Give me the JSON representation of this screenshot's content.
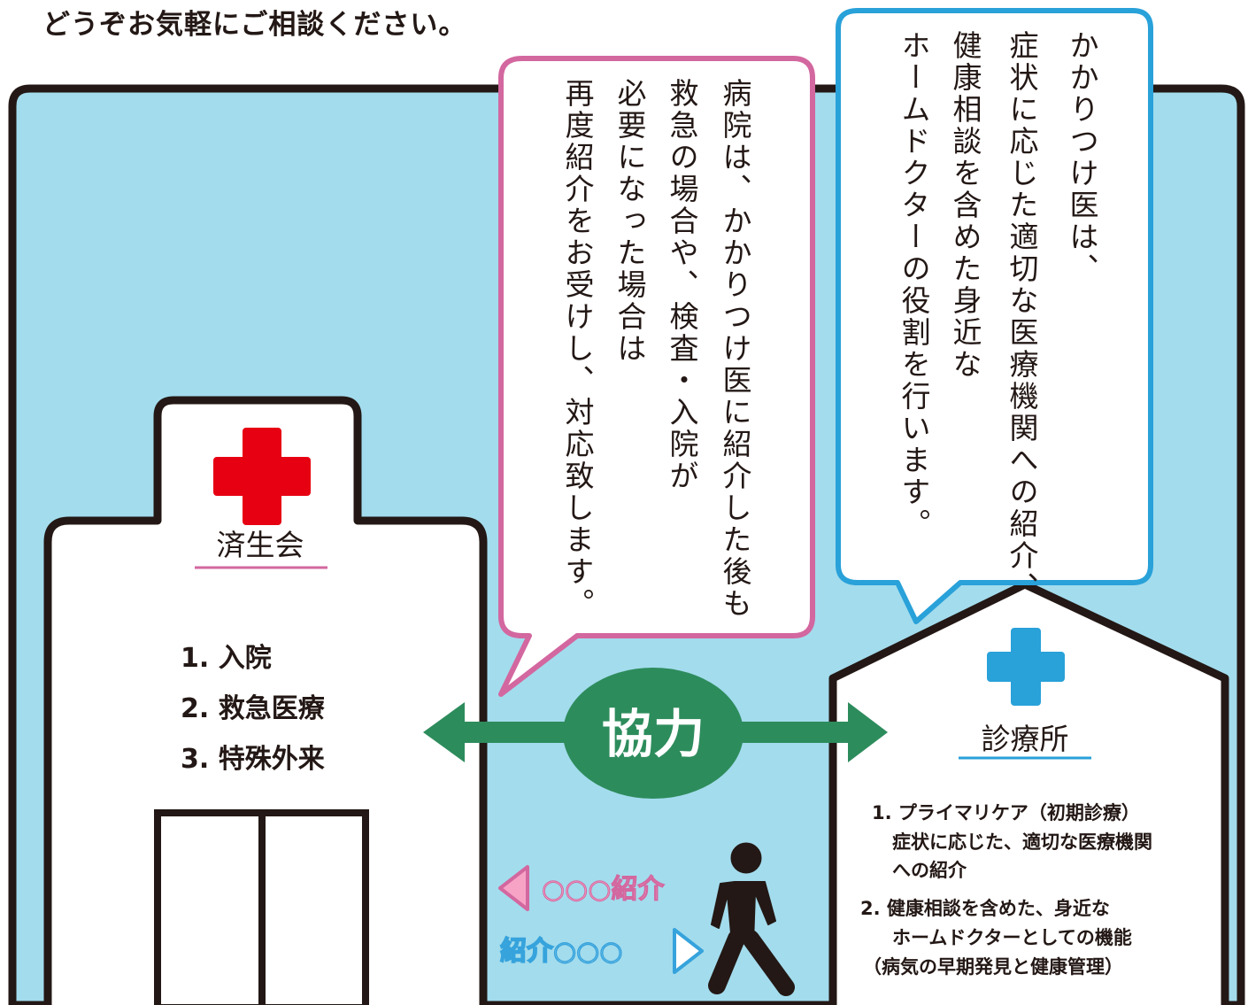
{
  "heading": "どうぞお気軽にご相談ください。",
  "hospital": {
    "name": "済生会",
    "items": [
      "1. 入院",
      "2. 救急医療",
      "3. 特殊外来"
    ]
  },
  "clinic": {
    "name": "診療所",
    "items": [
      "1. プライマリケア（初期診療）",
      "症状に応じた、適切な医療機関",
      "への紹介",
      "2. 健康相談を含めた、身近な",
      "ホームドクターとしての機能",
      "（病気の早期発見と健康管理）"
    ]
  },
  "cooperation": "協力",
  "referral_left": "○○○紹介",
  "referral_right": "紹介○○○",
  "pink_bubble": [
    "病院は、かかりつけ医に紹介した後も",
    "救急の場合や、検査・入院が",
    "必要になった場合は",
    "再度紹介をお受けし、対応致します。"
  ],
  "blue_bubble": [
    "かかりつけ医は、",
    "症状に応じた適切な医療機関への紹介、",
    "健康相談を含めた身近な",
    "ホームドクターの役割を行います。"
  ],
  "colors": {
    "sky": "#a3dced",
    "pink": "#d3679f",
    "blue": "#29a1d9",
    "red": "#e60012",
    "green": "#2d8c5c",
    "pink_text": "#f7a3c6",
    "blue_text": "#36a3dc"
  },
  "icons": [
    "red-cross-icon",
    "blue-cross-icon",
    "walking-person-icon",
    "double-arrow-icon",
    "left-triangle-icon",
    "right-triangle-icon"
  ]
}
